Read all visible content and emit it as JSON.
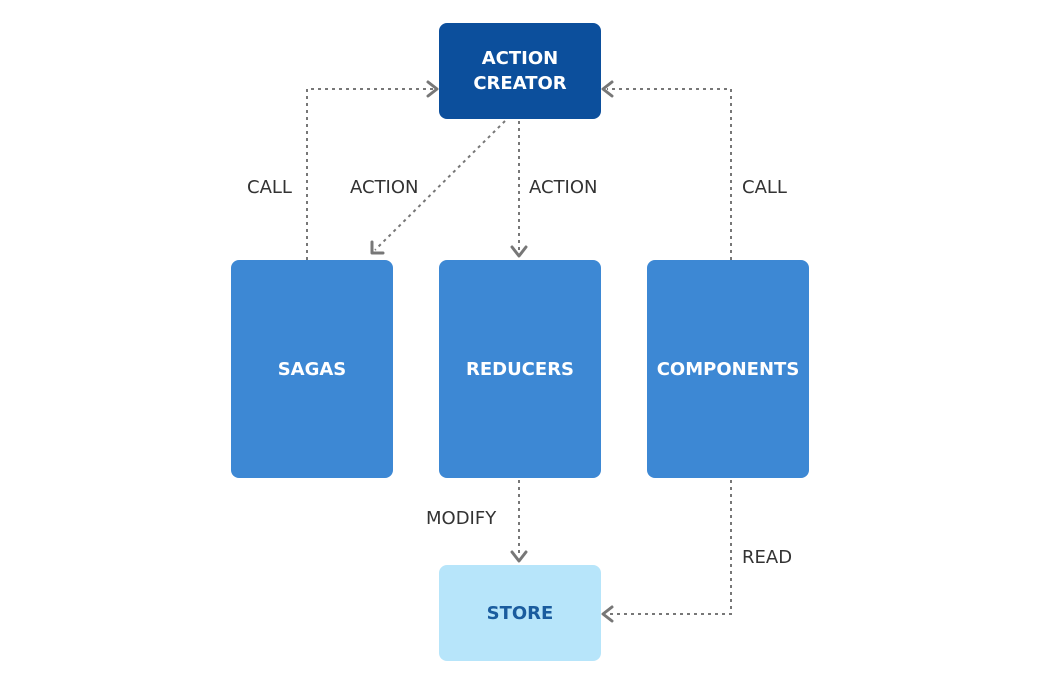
{
  "diagram": {
    "nodes": {
      "action_creator": {
        "line1": "ACTION",
        "line2": "CREATOR"
      },
      "sagas": "SAGAS",
      "reducers": "REDUCERS",
      "components": "COMPONENTS",
      "store": "STORE"
    },
    "edges": {
      "sagas_to_action_creator": "CALL",
      "action_creator_to_sagas": "ACTION",
      "action_creator_to_reducers": "ACTION",
      "components_to_action_creator": "CALL",
      "reducers_to_store": "MODIFY",
      "components_to_store": "READ"
    }
  },
  "colors": {
    "action_creator_fill": "#0c4f9c",
    "block_fill": "#3d88d4",
    "store_fill": "#b7e5fa",
    "store_text": "#1a5c9e",
    "connector": "#777777"
  }
}
